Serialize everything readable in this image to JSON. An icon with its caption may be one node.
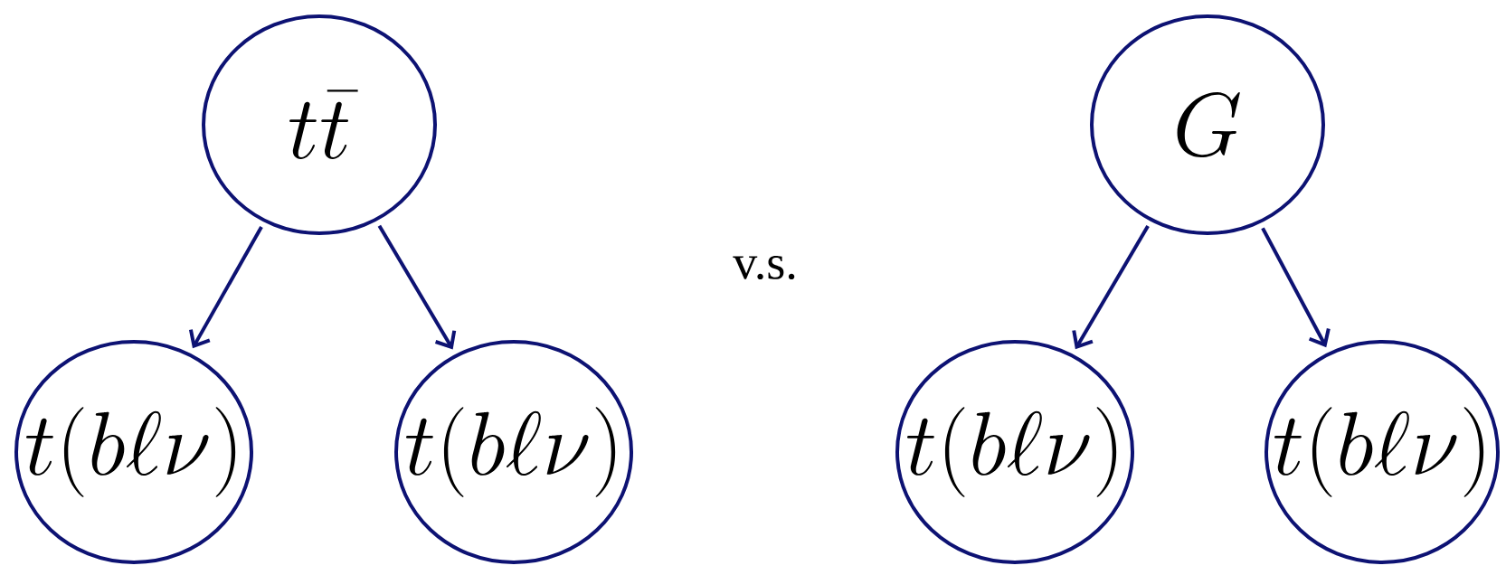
{
  "diagram": {
    "nodes": [
      {
        "text": [
          "t\\bar{t}"
        ]
      },
      {
        "text": [
          "t(b\\ell\\nu)"
        ]
      },
      {
        "text": [
          "t(b\\ell\\nu)"
        ]
      },
      {
        "text": [
          "G"
        ]
      },
      {
        "text": [
          "t(b\\ell\\nu)"
        ]
      },
      {
        "text": [
          "t(b\\ell\\nu)"
        ]
      }
    ],
    "edges": [
      {
        "from": 0,
        "to": 1,
        "arrow": "to"
      },
      {
        "from": 0,
        "to": 2,
        "arrow": "to"
      },
      {
        "from": 3,
        "to": 4,
        "arrow": "to"
      },
      {
        "from": 3,
        "to": 5,
        "arrow": "to"
      }
    ],
    "labels": [
      "v.s."
    ]
  }
}
